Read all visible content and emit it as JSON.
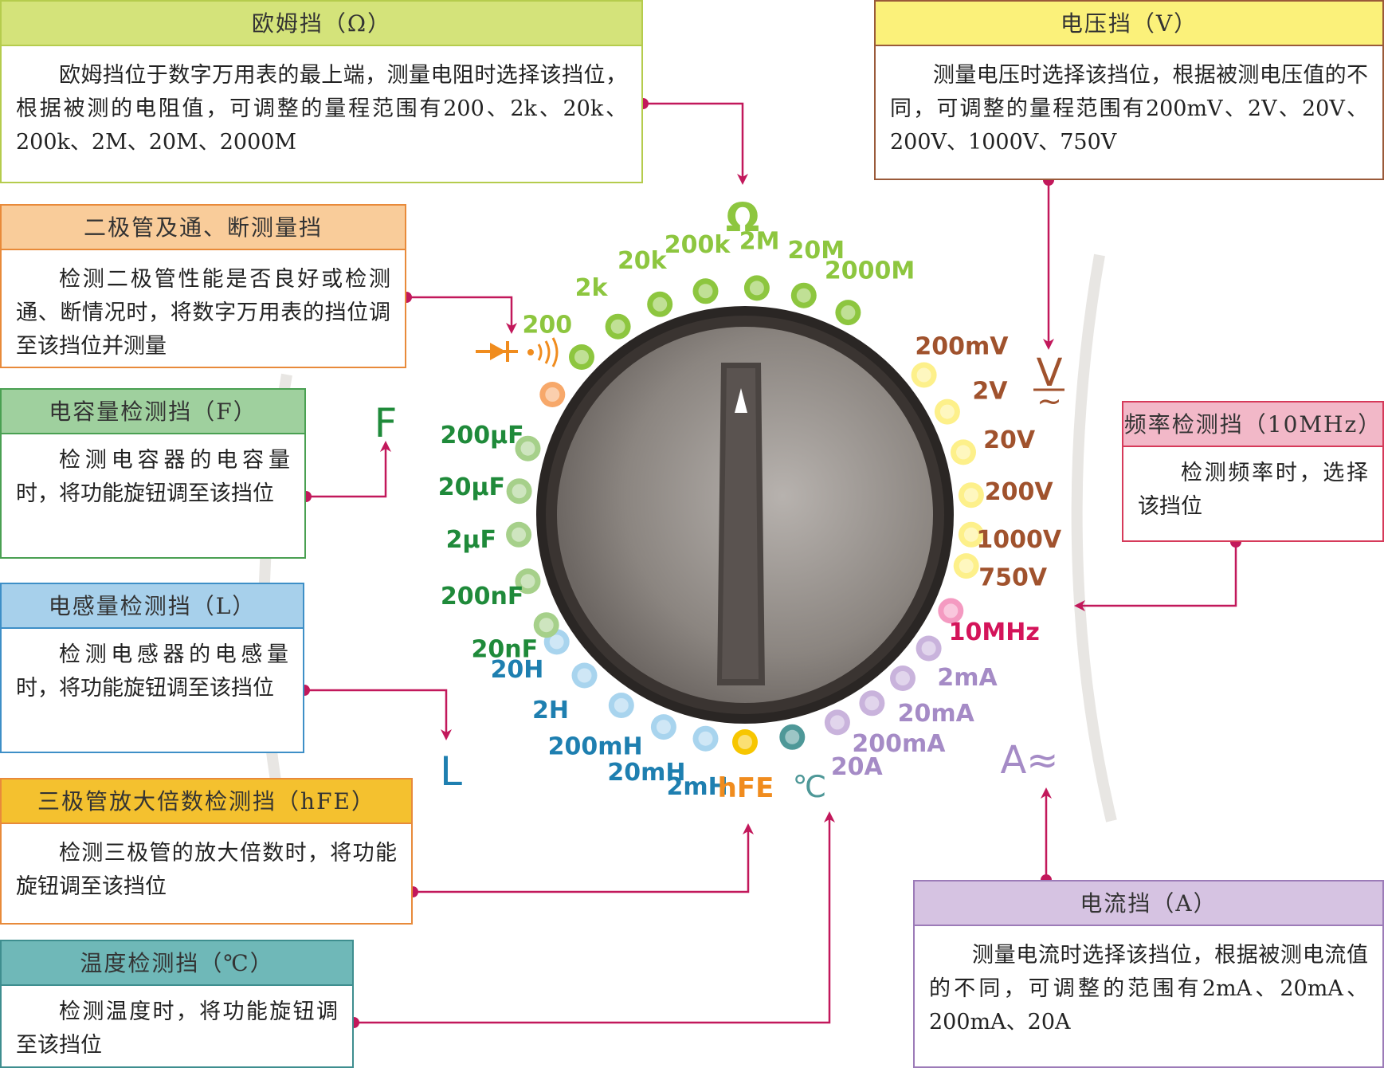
{
  "boxes": {
    "ohm": {
      "title": "欧姆挡（Ω）",
      "text": "欧姆挡位于数字万用表的最上端，测量电阻时选择该挡位，根据被测的电阻值，可调整的量程范围有200、2k、20k、200k、2M、20M、2000M"
    },
    "diode": {
      "title": "二极管及通、断测量挡",
      "text": "检测二极管性能是否良好或检测通、断情况时，将数字万用表的挡位调至该挡位并测量"
    },
    "cap": {
      "title": "电容量检测挡（F）",
      "text": "检测电容器的电容量时，将功能旋钮调至该挡位"
    },
    "ind": {
      "title": "电感量检测挡（L）",
      "text": "检测电感器的电感量时，将功能旋钮调至该挡位"
    },
    "hfe": {
      "title": "三极管放大倍数检测挡（hFE）",
      "text": "检测三极管的放大倍数时，将功能旋钮调至该挡位"
    },
    "temp": {
      "title": "温度检测挡（℃）",
      "text": "检测温度时，将功能旋钮调至该挡位"
    },
    "volt": {
      "title": "电压挡（V）",
      "text": "测量电压时选择该挡位，根据被测电压值的不同，可调整的量程范围有200mV、2V、20V、200V、1000V、750V"
    },
    "freq": {
      "title": "频率检测挡（10MHz）",
      "text": "检测频率时，选择该挡位"
    },
    "curr": {
      "title": "电流挡（A）",
      "text": "测量电流时选择该挡位，根据被测电流值的不同，可调整的范围有2mA、20mA、200mA、20A"
    }
  },
  "symbols": {
    "ohm": "Ω",
    "volt": "V",
    "freq_tilde": "~",
    "cap": "F",
    "ind": "L",
    "curr": "A≈",
    "hfe": "hFE",
    "temp": "℃"
  },
  "dial": {
    "ohm_labels": [
      "200",
      "2k",
      "20k",
      "200k",
      "2M",
      "20M",
      "2000M"
    ],
    "volt_labels": [
      "200mV",
      "2V",
      "20V",
      "200V",
      "1000V",
      "750V"
    ],
    "freq_label": "10MHz",
    "curr_labels": [
      "2mA",
      "20mA",
      "200mA",
      "20A"
    ],
    "cap_labels": [
      "200μF",
      "20μF",
      "2μF",
      "200nF",
      "20nF"
    ],
    "ind_labels": [
      "20H",
      "2H",
      "200mH",
      "20mH",
      "2mH"
    ]
  },
  "colors": {
    "ohm": "#8dc63f",
    "volt": "#fdf08a",
    "volt_text": "#a0522d",
    "freq": "#f49ac1",
    "freq_text": "#d4145a",
    "curr": "#c9b3dc",
    "curr_text": "#a58bc6",
    "cap": "#a6d08a",
    "cap_text": "#1f8a3a",
    "ind": "#a8d4ee",
    "ind_text": "#1e7fb0",
    "hfe": "#f7c600",
    "hfe_text": "#f08c1e",
    "temp": "#4e9898",
    "temp_text": "#4e9898",
    "diode": "#f7a86a",
    "diode_text": "#f08c1e",
    "arrow": "#c2185b"
  }
}
